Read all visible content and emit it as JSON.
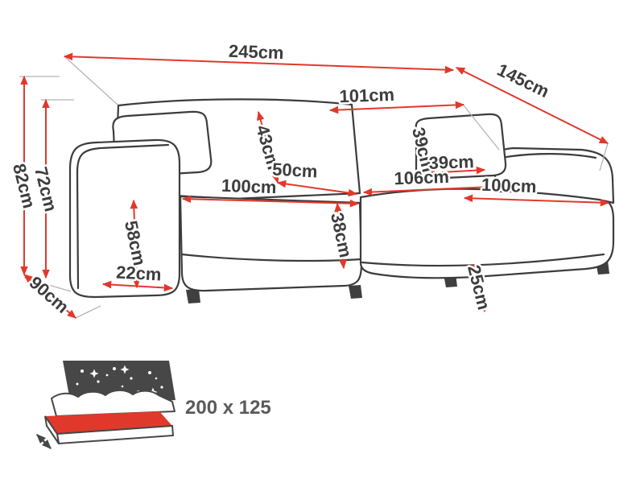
{
  "diagram": {
    "labels": {
      "total_width": "245cm",
      "total_depth": "145cm",
      "chaise_top_width": "101cm",
      "backrest_height": "43cm",
      "seat_depth": "50cm",
      "left_seat_width": "100cm",
      "chaise_seat_width": "106cm",
      "back_cushion_height": "39cm",
      "back_cushion_width": "39cm",
      "right_seat_width": "100cm",
      "seat_height": "38cm",
      "armrest_height": "58cm",
      "armrest_width": "22cm",
      "total_height": "82cm",
      "back_height": "72cm",
      "side_depth": "90cm",
      "chaise_front_height": "25cm"
    },
    "colors": {
      "dimension_line": "#e0392c",
      "sofa_outline": "#3c3c3c",
      "extension_line": "#b4b4b4",
      "label_text": "#3d3d3d",
      "size_text": "#5a5a5a",
      "icon_dark": "#474747",
      "icon_red": "#e0392c"
    }
  },
  "sleeping_area": {
    "icon": "fold-out-bed-icon",
    "size": "200 x 125"
  }
}
